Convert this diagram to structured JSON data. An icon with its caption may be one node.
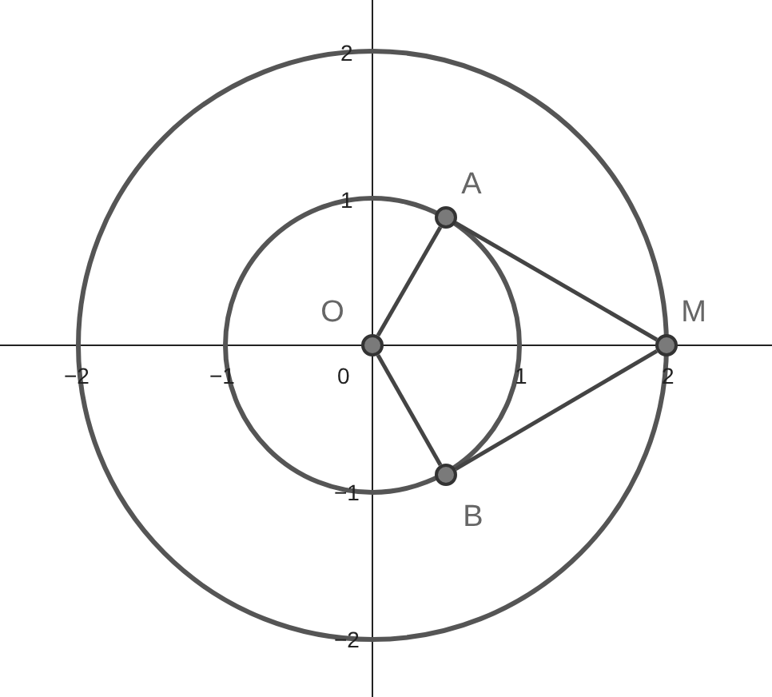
{
  "diagram": {
    "nodes": [
      {
        "text": [
          "A"
        ]
      },
      {
        "text": [
          "O"
        ]
      },
      {
        "text": [
          "M"
        ]
      },
      {
        "text": [
          "B"
        ]
      }
    ],
    "edges": [
      {
        "from": 1,
        "to": 0,
        "arrow": "none"
      },
      {
        "from": 1,
        "to": 3,
        "arrow": "none"
      },
      {
        "from": 0,
        "to": 2,
        "arrow": "none"
      },
      {
        "from": 3,
        "to": 2,
        "arrow": "none"
      }
    ],
    "labels": [
      "2",
      "1",
      "−2",
      "−1",
      "0",
      "1",
      "2",
      "−1",
      "−2"
    ]
  }
}
